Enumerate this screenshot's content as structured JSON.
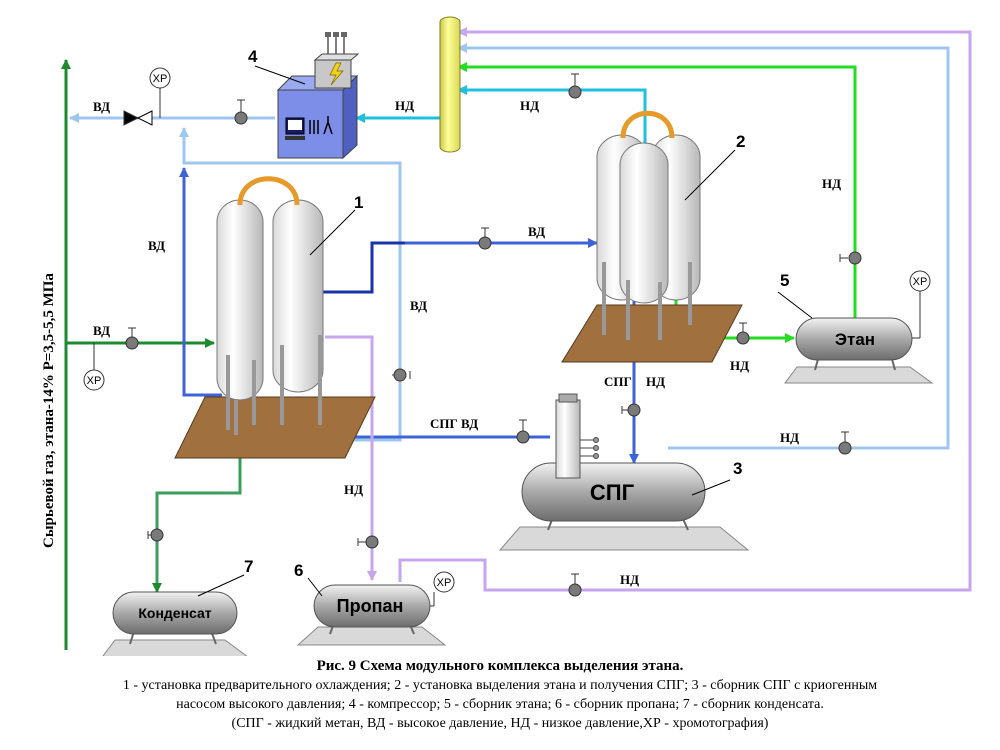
{
  "caption": {
    "title": "Рис. 9 Схема модульного комплекса выделения этана.",
    "line1": "1 - установка предварительного охлаждения; 2 - установка выделения этана и получения СПГ; 3 - сборник СПГ с криогенным",
    "line2": "насосом высокого давления; 4 - компрессор; 5 - сборник этана; 6 - сборник пропана; 7 - сборник конденсата.",
    "line3": "(СПГ - жидкий метан, ВД - высокое давление, НД - низкое давление,ХР - хромотография)"
  },
  "feed_label": "Сырьевой газ, этана-14% Р=3,5-5,5 МПа",
  "labels": {
    "vd": "ВД",
    "nd": "НД",
    "spg": "СПГ",
    "spg_vd": "СПГ ВД",
    "xr": "ХР"
  },
  "numbers": {
    "n1": "1",
    "n2": "2",
    "n3": "3",
    "n4": "4",
    "n5": "5",
    "n6": "6",
    "n7": "7"
  },
  "tanks": {
    "ethane": "Этан",
    "spg": "СПГ",
    "propane": "Пропан",
    "condensate": "Конденсат"
  },
  "colors": {
    "green": "#1e8a2e",
    "light_green": "#22dd22",
    "light_blue": "#9ec7ef",
    "cyan": "#1fc0df",
    "blue": "#3c63d8",
    "dark_blue": "#1a32a8",
    "violet": "#c8a6ee"
  }
}
